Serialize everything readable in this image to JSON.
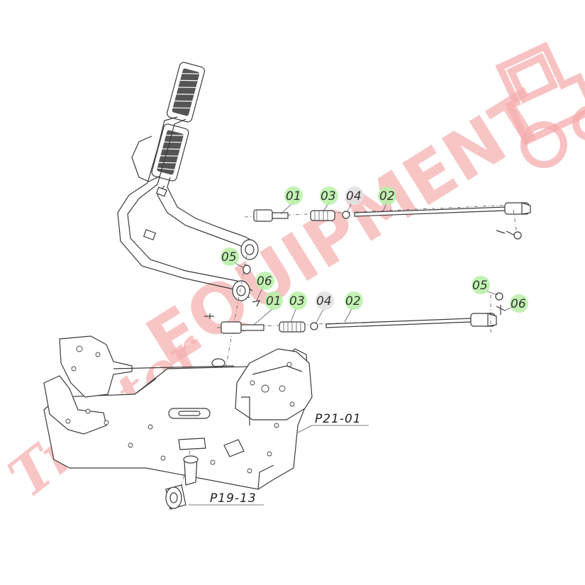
{
  "watermark": {
    "script_text": "Tractor",
    "brand_text": "EQUIPMENT"
  },
  "callouts": {
    "upper": {
      "c01": "01",
      "c03": "03",
      "c04": "04",
      "c02": "02",
      "c05": "05",
      "c06": "06"
    },
    "lower": {
      "c01": "01",
      "c03": "03",
      "c04": "04",
      "c02": "02"
    },
    "right": {
      "c05": "05",
      "c06": "06"
    }
  },
  "references": {
    "frame": "P21-01",
    "bolt": "P19-13"
  },
  "colors": {
    "highlight": "#b6f0a4",
    "watermark": "#f6b0b0",
    "linework": "#3a3a3a"
  }
}
